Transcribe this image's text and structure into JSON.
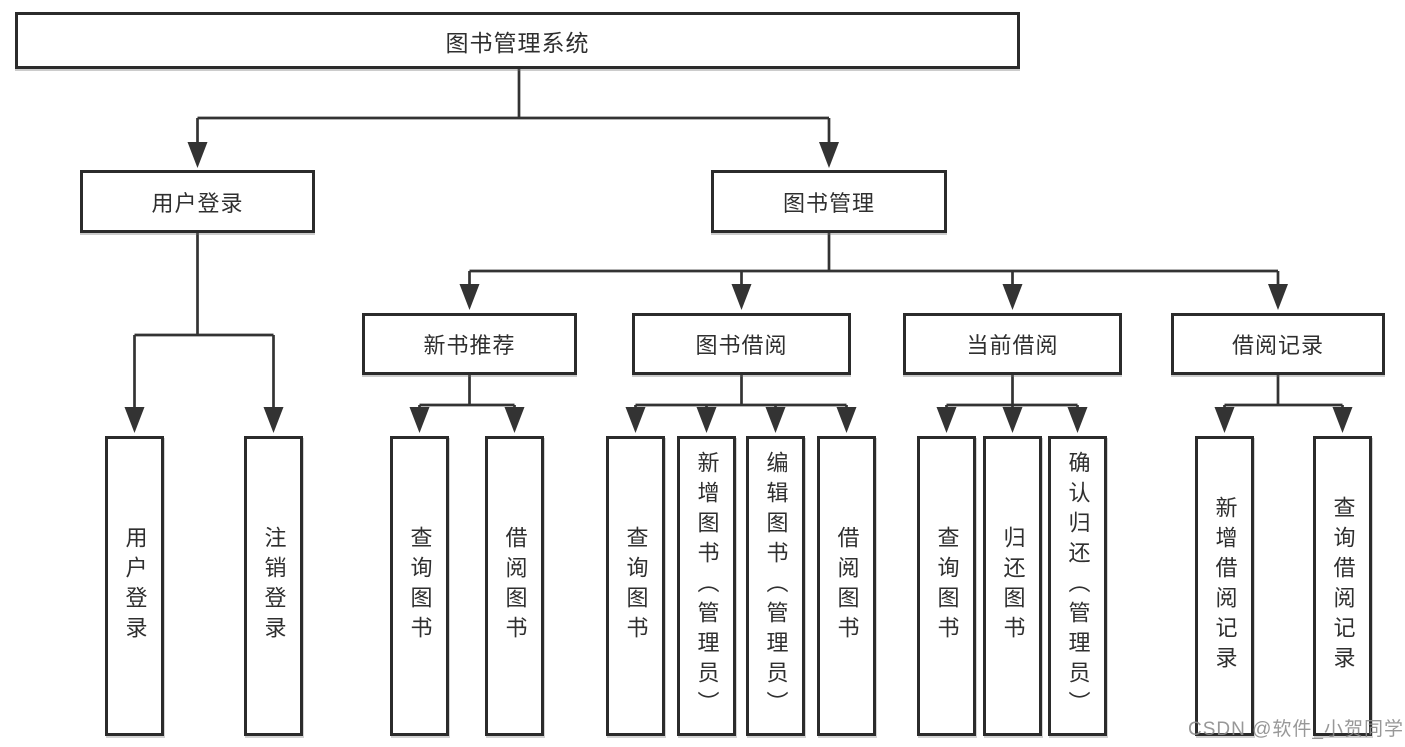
{
  "diagram": {
    "root": {
      "label": "图书管理系统"
    },
    "level2": [
      {
        "id": "user-login",
        "label": "用户登录"
      },
      {
        "id": "book-management",
        "label": "图书管理"
      }
    ],
    "level3": [
      {
        "id": "new-book-recommendation",
        "label": "新书推荐"
      },
      {
        "id": "book-borrowing",
        "label": "图书借阅"
      },
      {
        "id": "current-borrowing",
        "label": "当前借阅"
      },
      {
        "id": "borrowing-records",
        "label": "借阅记录"
      }
    ],
    "leaves": {
      "user_login": [
        {
          "label": "用户登录"
        },
        {
          "label": "注销登录"
        }
      ],
      "new_book": [
        {
          "label": "查询图书"
        },
        {
          "label": "借阅图书"
        }
      ],
      "book_borrow": [
        {
          "label": "查询图书"
        },
        {
          "label": "新增图书（管理员）"
        },
        {
          "label": "编辑图书（管理员）"
        },
        {
          "label": "借阅图书"
        }
      ],
      "current_borrow": [
        {
          "label": "查询图书"
        },
        {
          "label": "归还图书"
        },
        {
          "label": "确认归还（管理员）"
        }
      ],
      "borrow_record": [
        {
          "label": "新增借阅记录"
        },
        {
          "label": "查询借阅记录"
        }
      ]
    },
    "watermark": "CSDN @软件_小贺同学",
    "colors": {
      "line": "#333333",
      "border": "#2b2b2b",
      "text": "#2f2f2f",
      "watermark": "#8d8d8d",
      "background": "#ffffff"
    }
  }
}
